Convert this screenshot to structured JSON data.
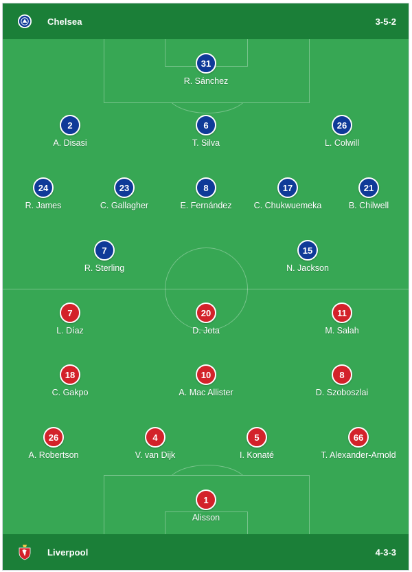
{
  "home": {
    "team": "Chelsea",
    "formation": "3-5-2",
    "crest_icon": "chelsea-crest-icon",
    "color": "#0f3a98",
    "players": [
      {
        "number": "31",
        "name": "R. Sánchez"
      },
      {
        "number": "2",
        "name": "A. Disasi"
      },
      {
        "number": "6",
        "name": "T. Silva"
      },
      {
        "number": "26",
        "name": "L. Colwill"
      },
      {
        "number": "24",
        "name": "R. James"
      },
      {
        "number": "23",
        "name": "C. Gallagher"
      },
      {
        "number": "8",
        "name": "E. Fernández"
      },
      {
        "number": "17",
        "name": "C. Chukwuemeka"
      },
      {
        "number": "21",
        "name": "B. Chilwell"
      },
      {
        "number": "7",
        "name": "R. Sterling"
      },
      {
        "number": "15",
        "name": "N. Jackson"
      }
    ]
  },
  "away": {
    "team": "Liverpool",
    "formation": "4-3-3",
    "crest_icon": "liverpool-crest-icon",
    "color": "#d3222a",
    "players": [
      {
        "number": "7",
        "name": "L. Díaz"
      },
      {
        "number": "20",
        "name": "D. Jota"
      },
      {
        "number": "11",
        "name": "M. Salah"
      },
      {
        "number": "18",
        "name": "C. Gakpo"
      },
      {
        "number": "10",
        "name": "A. Mac Allister"
      },
      {
        "number": "8",
        "name": "D. Szoboszlai"
      },
      {
        "number": "26",
        "name": "A. Robertson"
      },
      {
        "number": "4",
        "name": "V. van Dijk"
      },
      {
        "number": "5",
        "name": "I. Konaté"
      },
      {
        "number": "66",
        "name": "T. Alexander-Arnold"
      },
      {
        "number": "1",
        "name": "Alisson"
      }
    ]
  },
  "pitch_color": "#37a754",
  "bar_color": "#1b7f38"
}
